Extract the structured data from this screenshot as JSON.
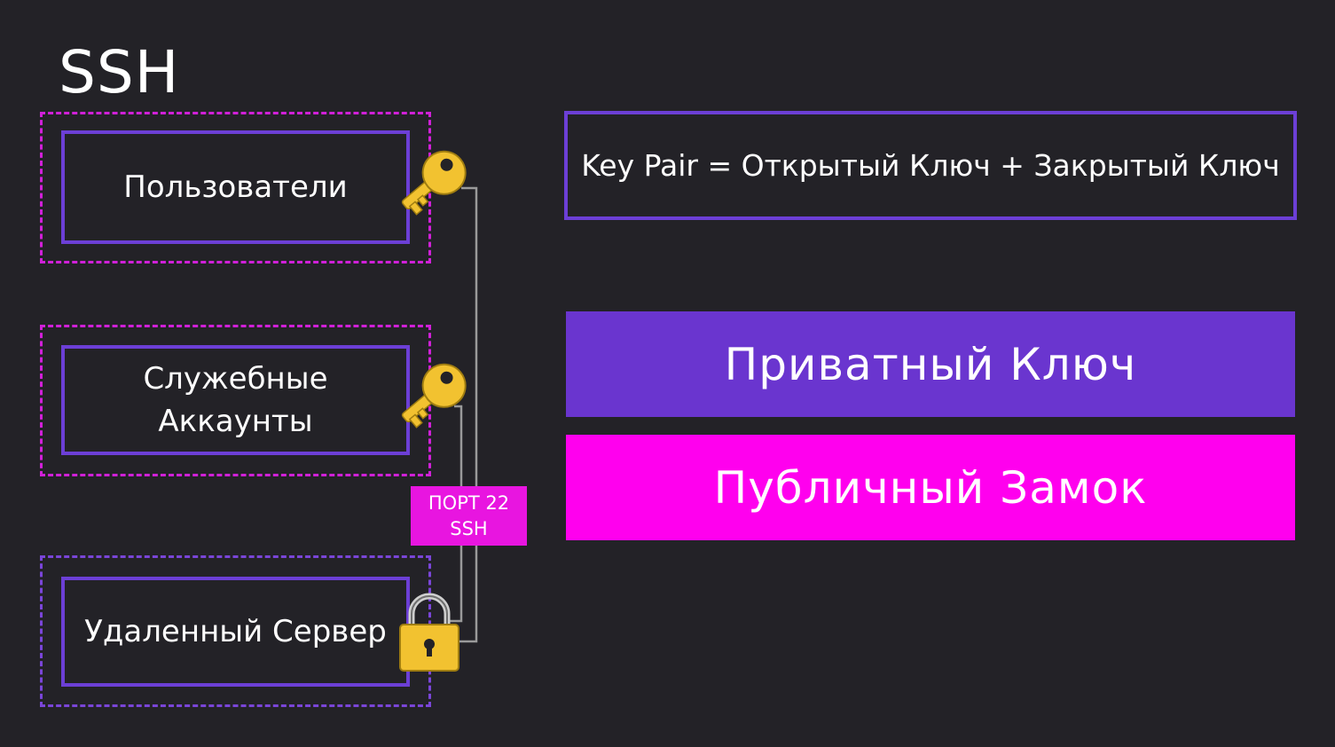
{
  "slide": {
    "title": "SSH"
  },
  "nodes": {
    "users": {
      "label": "Пользователи",
      "icon": "key-icon"
    },
    "service_accounts": {
      "label": "Служебные\nАккаунты",
      "icon": "key-icon"
    },
    "remote_server": {
      "label": "Удаленный Сервер",
      "icon": "padlock-icon"
    }
  },
  "port_badge": {
    "line1": "ПОРТ 22",
    "line2": "SSH"
  },
  "keypair": {
    "text": "Key Pair = Открытый Ключ + Закрытый Ключ"
  },
  "banners": {
    "private": {
      "label": "Приватный Ключ",
      "color": "#6a35cf"
    },
    "public": {
      "label": "Публичный Замок",
      "color": "#ff00ee"
    }
  },
  "colors": {
    "background": "#232227",
    "box_border": "#6c3fd6",
    "dash_pink": "#d020d8",
    "dash_purple": "#7a45d8",
    "badge": "#e815e0",
    "key_gold": "#f2c230",
    "connector": "#9a9a9a"
  }
}
